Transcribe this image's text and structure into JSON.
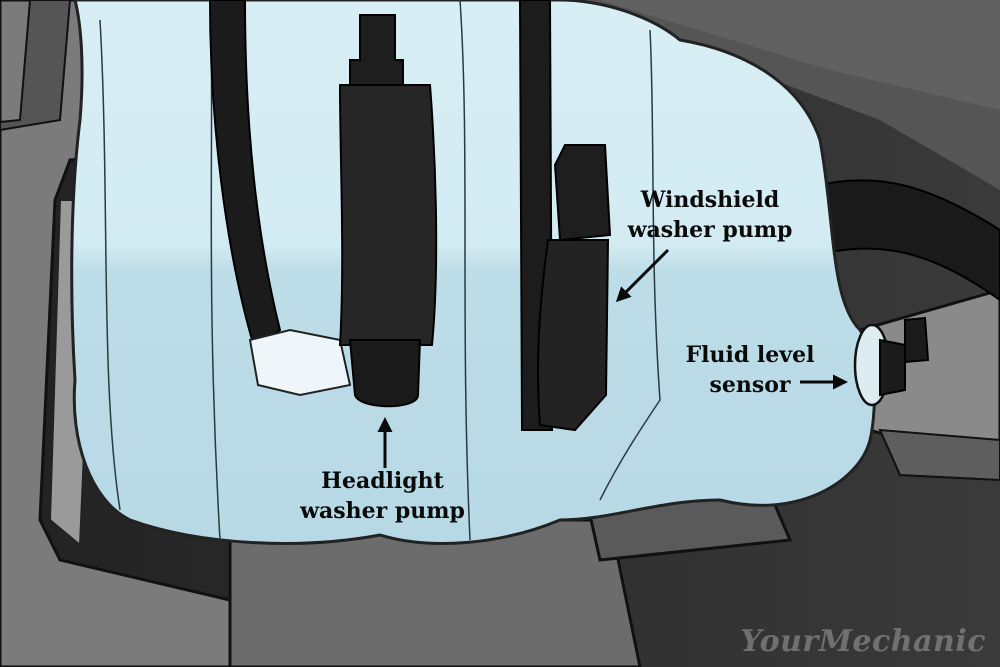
{
  "labels": {
    "windshield_pump": {
      "line1": "Windshield",
      "line2": "washer pump"
    },
    "headlight_pump": {
      "line1": "Headlight",
      "line2": "washer pump"
    },
    "fluid_sensor": {
      "line1": "Fluid level",
      "line2": "sensor"
    }
  },
  "watermark": "YourMechanic",
  "colors": {
    "background_dark": "#1b1b1b",
    "panel_gray": "#7d7d7d",
    "reservoir_light": "#d6ecf3",
    "reservoir_lower": "#bcdbe6",
    "hose_black": "#1a1a1a",
    "label_text": "#0a0a0a"
  }
}
